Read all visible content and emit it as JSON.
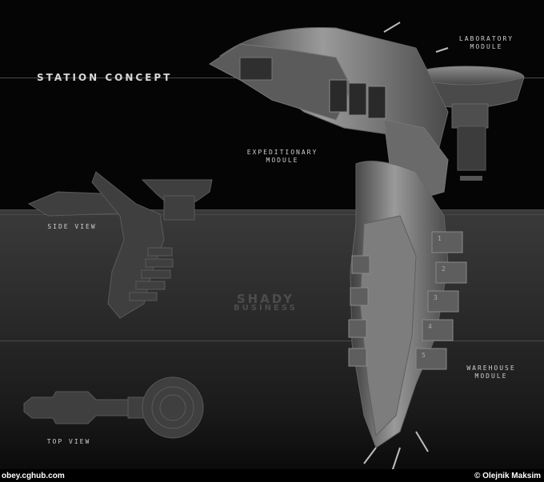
{
  "title": "STATION CONCEPT",
  "labels": {
    "laboratory": [
      "LABORATORY",
      "MODULE"
    ],
    "expeditionary": [
      "EXPEDITIONARY",
      "MODULE"
    ],
    "warehouse": [
      "WAREHOUSE",
      "MODULE"
    ],
    "side_view": "SIDE VIEW",
    "top_view": "TOP VIEW"
  },
  "watermark": [
    "SHADY",
    "BUSINESS"
  ],
  "module_numbers": [
    "1",
    "2",
    "3",
    "4",
    "5"
  ],
  "footer": {
    "left": "obey.cghub.com",
    "right": "© Olejnik Maksim"
  },
  "colors": {
    "background": "#000000",
    "band": "#2e2e2e",
    "hull": "#8a8a8a",
    "hull_dark": "#4f4f4f",
    "silhouette": "#3f3f3f",
    "text": "#cfcfcf"
  }
}
